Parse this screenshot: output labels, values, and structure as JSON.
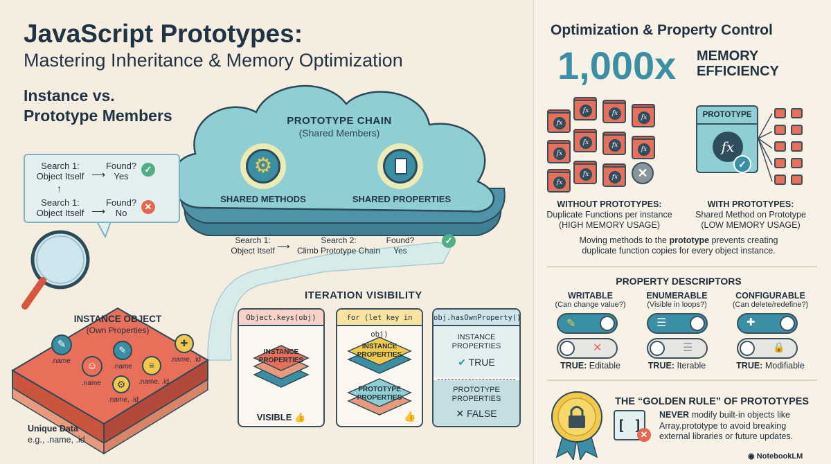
{
  "header": {
    "title": "JavaScript Prototypes:",
    "subtitle": "Mastering Inheritance & Memory Optimization"
  },
  "left": {
    "section_title_line1": "Instance vs.",
    "section_title_line2": "Prototype Members",
    "search_box": {
      "step1_line1": "Search 1:",
      "step1_line2": "Object Itself",
      "found_q": "Found?",
      "yes": "Yes",
      "step2_line1": "Search 1:",
      "step2_line2": "Object Itself",
      "no": "No"
    },
    "instance_object": {
      "title": "INSTANCE OBJECT",
      "subtitle": "(Own Properties)",
      "labels": [
        ".name",
        ".name",
        ".name",
        ".name, .id",
        ".name, .id"
      ]
    },
    "unique_data_title": "Unique Data",
    "unique_data_sub": "e.g., .name, .id"
  },
  "cloud": {
    "title": "PROTOTYPE CHAIN",
    "subtitle": "(Shared Members)",
    "methods_label": "SHARED METHODS",
    "properties_label": "SHARED PROPERTIES",
    "path": {
      "s1_line1": "Search 1:",
      "s1_line2": "Object Itself",
      "s2_line1": "Search 2:",
      "s2_line2": "Climb Prototype Chain",
      "found": "Found?",
      "yes": "Yes"
    }
  },
  "iteration": {
    "title": "ITERATION VISIBILITY",
    "card1": {
      "code": "Object.keys(obj)",
      "stack_label_line1": "INSTANCE",
      "stack_label_line2": "PROPERTIES",
      "result": "VISIBLE"
    },
    "card2": {
      "code": "for (let key in obj)",
      "top_line1": "INSTANCE",
      "top_line2": "PROPERTIES",
      "bottom_line1": "PROTOTYPE",
      "bottom_line2": "PROPERTIES"
    },
    "card3": {
      "code": "obj.hasOwnProperty()",
      "top_line1": "INSTANCE",
      "top_line2": "PROPERTIES",
      "top_result": "TRUE",
      "bottom_line1": "PROTOTYPE",
      "bottom_line2": "PROPERTIES",
      "bottom_result": "FALSE"
    }
  },
  "right": {
    "title": "Optimization & Property Control",
    "big_number": "1,000x",
    "memory_line1": "MEMORY",
    "memory_line2": "EFFICIENCY",
    "fx_symbol": "fx",
    "prototype_label": "PROTOTYPE",
    "without": {
      "title": "WITHOUT PROTOTYPES:",
      "line1": "Duplicate Functions per instance",
      "line2": "(HIGH MEMORY USAGE)"
    },
    "with": {
      "title": "WITH PROTOTYPES:",
      "line1": "Shared Method on Prototype",
      "line2": "(LOW MEMORY USAGE)"
    },
    "note_line1": "Moving methods to the",
    "note_bold": "prototype",
    "note_line1b": "prevents creating",
    "note_line2": "duplicate function copies for every object instance.",
    "descriptors": {
      "title": "PROPERTY DESCRIPTORS",
      "items": [
        {
          "name": "WRITABLE",
          "sub": "(Can change value?)",
          "true_label": "TRUE:",
          "true_desc": "Editable"
        },
        {
          "name": "ENUMERABLE",
          "sub": "(Visible in loops?)",
          "true_label": "TRUE:",
          "true_desc": "Iterable"
        },
        {
          "name": "CONFIGURABLE",
          "sub": "(Can delete/redefine?)",
          "true_label": "TRUE:",
          "true_desc": "Modifiable"
        }
      ]
    },
    "golden": {
      "title": "THE “GOLDEN RULE” OF PROTOTYPES",
      "never": "NEVER",
      "line1": "modify built-in objects like",
      "line2": "Array.prototype to avoid breaking",
      "line3": "external libraries or future updates."
    },
    "brand": "NotebookLM"
  },
  "colors": {
    "teal": "#3a8fa5",
    "coral": "#e86f5a",
    "yellow": "#f2c94c",
    "green": "#4fae86",
    "navy": "#1f3344"
  }
}
